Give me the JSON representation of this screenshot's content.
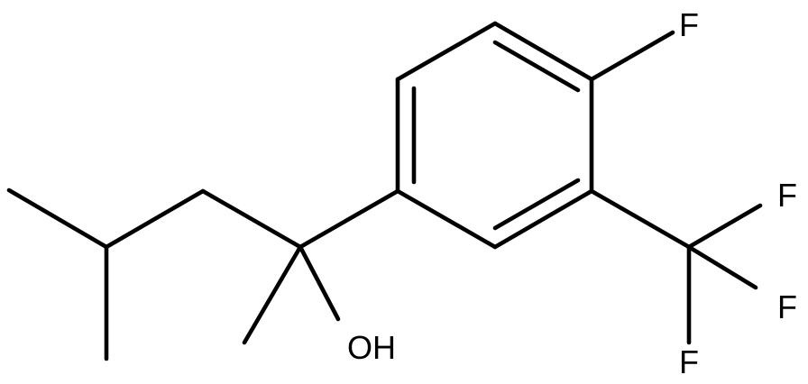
{
  "molecule": {
    "atom_labels": {
      "fluorine_ring": "F",
      "fluorine_cf3_top": "F",
      "fluorine_cf3_right": "F",
      "fluorine_cf3_bottom": "F",
      "hydroxyl": "OH"
    }
  }
}
